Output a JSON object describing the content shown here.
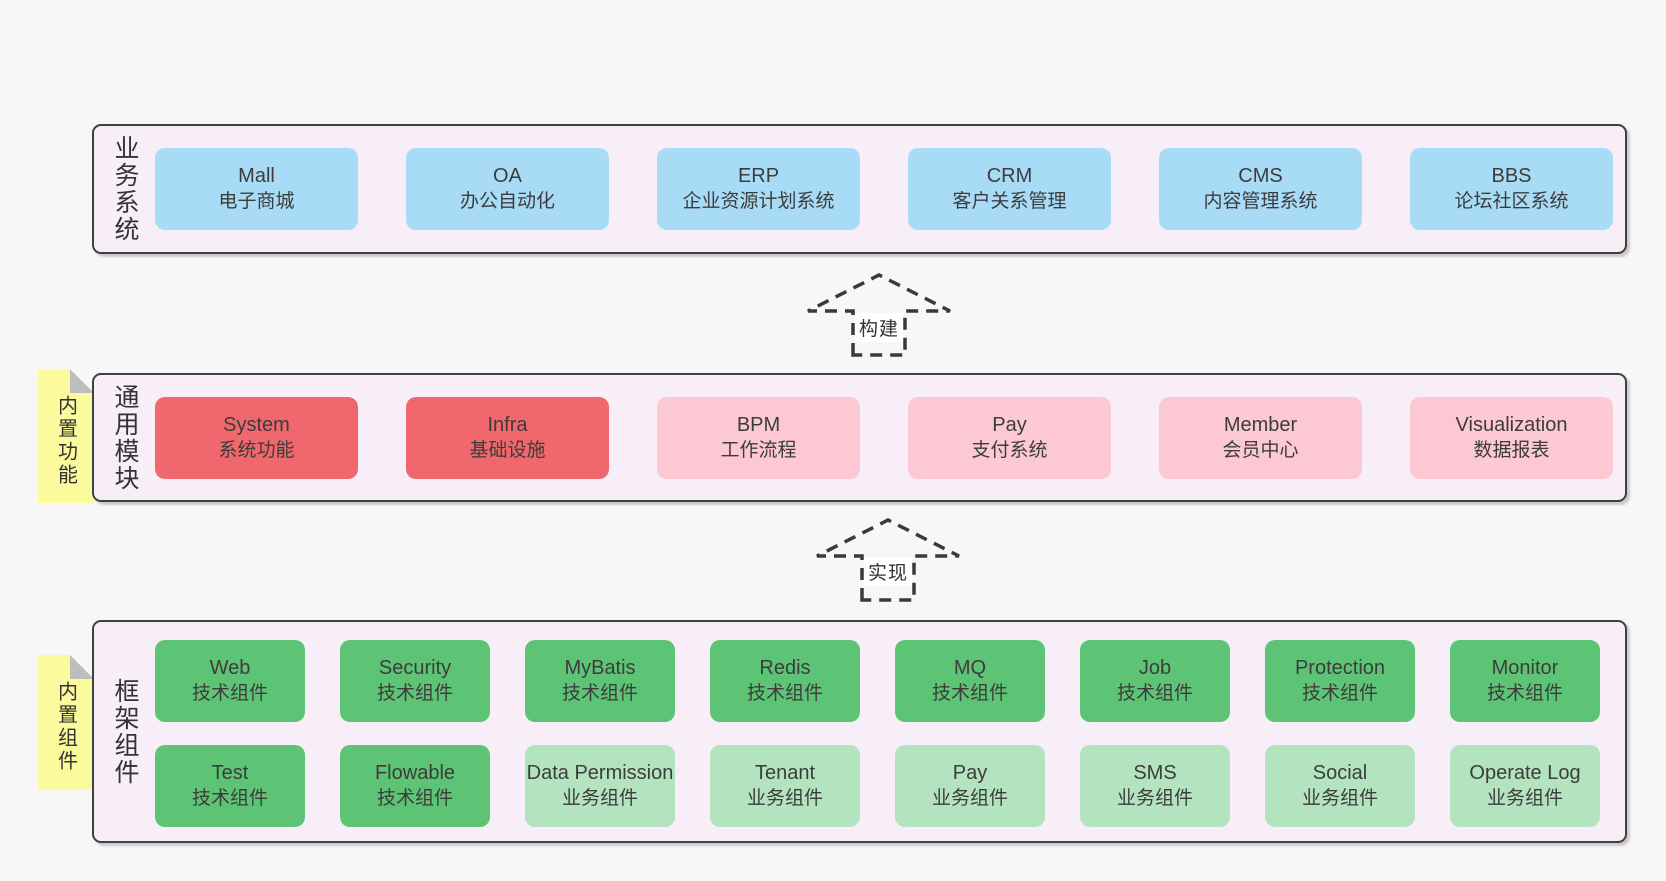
{
  "colors": {
    "page_bg": "#f7f7f7",
    "container_bg": "#f8eef7",
    "container_border": "#404040",
    "box_blue": "#a8dbf5",
    "box_red": "#f0686d",
    "box_pink": "#fbc8d4",
    "box_green_dark": "#5ec475",
    "box_green_light": "#b4e3bf",
    "note_yellow": "#fbfa9d",
    "note_fold_gray": "#bdbdbd",
    "text": "#3c3c3c"
  },
  "arrows": {
    "build": "构建",
    "implement": "实现"
  },
  "layers": {
    "business": {
      "label": "业务系统",
      "boxes": [
        {
          "name": "Mall",
          "desc": "电子商城"
        },
        {
          "name": "OA",
          "desc": "办公自动化"
        },
        {
          "name": "ERP",
          "desc": "企业资源计划系统"
        },
        {
          "name": "CRM",
          "desc": "客户关系管理"
        },
        {
          "name": "CMS",
          "desc": "内容管理系统"
        },
        {
          "name": "BBS",
          "desc": "论坛社区系统"
        }
      ]
    },
    "modules": {
      "label": "通用模块",
      "note": "内置功能",
      "boxes": [
        {
          "name": "System",
          "desc": "系统功能"
        },
        {
          "name": "Infra",
          "desc": "基础设施"
        },
        {
          "name": "BPM",
          "desc": "工作流程"
        },
        {
          "name": "Pay",
          "desc": "支付系统"
        },
        {
          "name": "Member",
          "desc": "会员中心"
        },
        {
          "name": "Visualization",
          "desc": "数据报表"
        }
      ]
    },
    "components": {
      "label": "框架组件",
      "note": "内置组件",
      "row1": [
        {
          "name": "Web",
          "desc": "技术组件"
        },
        {
          "name": "Security",
          "desc": "技术组件"
        },
        {
          "name": "MyBatis",
          "desc": "技术组件"
        },
        {
          "name": "Redis",
          "desc": "技术组件"
        },
        {
          "name": "MQ",
          "desc": "技术组件"
        },
        {
          "name": "Job",
          "desc": "技术组件"
        },
        {
          "name": "Protection",
          "desc": "技术组件"
        },
        {
          "name": "Monitor",
          "desc": "技术组件"
        }
      ],
      "row2": [
        {
          "name": "Test",
          "desc": "技术组件"
        },
        {
          "name": "Flowable",
          "desc": "技术组件"
        },
        {
          "name": "Data Permission",
          "desc": "业务组件"
        },
        {
          "name": "Tenant",
          "desc": "业务组件"
        },
        {
          "name": "Pay",
          "desc": "业务组件"
        },
        {
          "name": "SMS",
          "desc": "业务组件"
        },
        {
          "name": "Social",
          "desc": "业务组件"
        },
        {
          "name": "Operate Log",
          "desc": "业务组件"
        }
      ]
    }
  }
}
